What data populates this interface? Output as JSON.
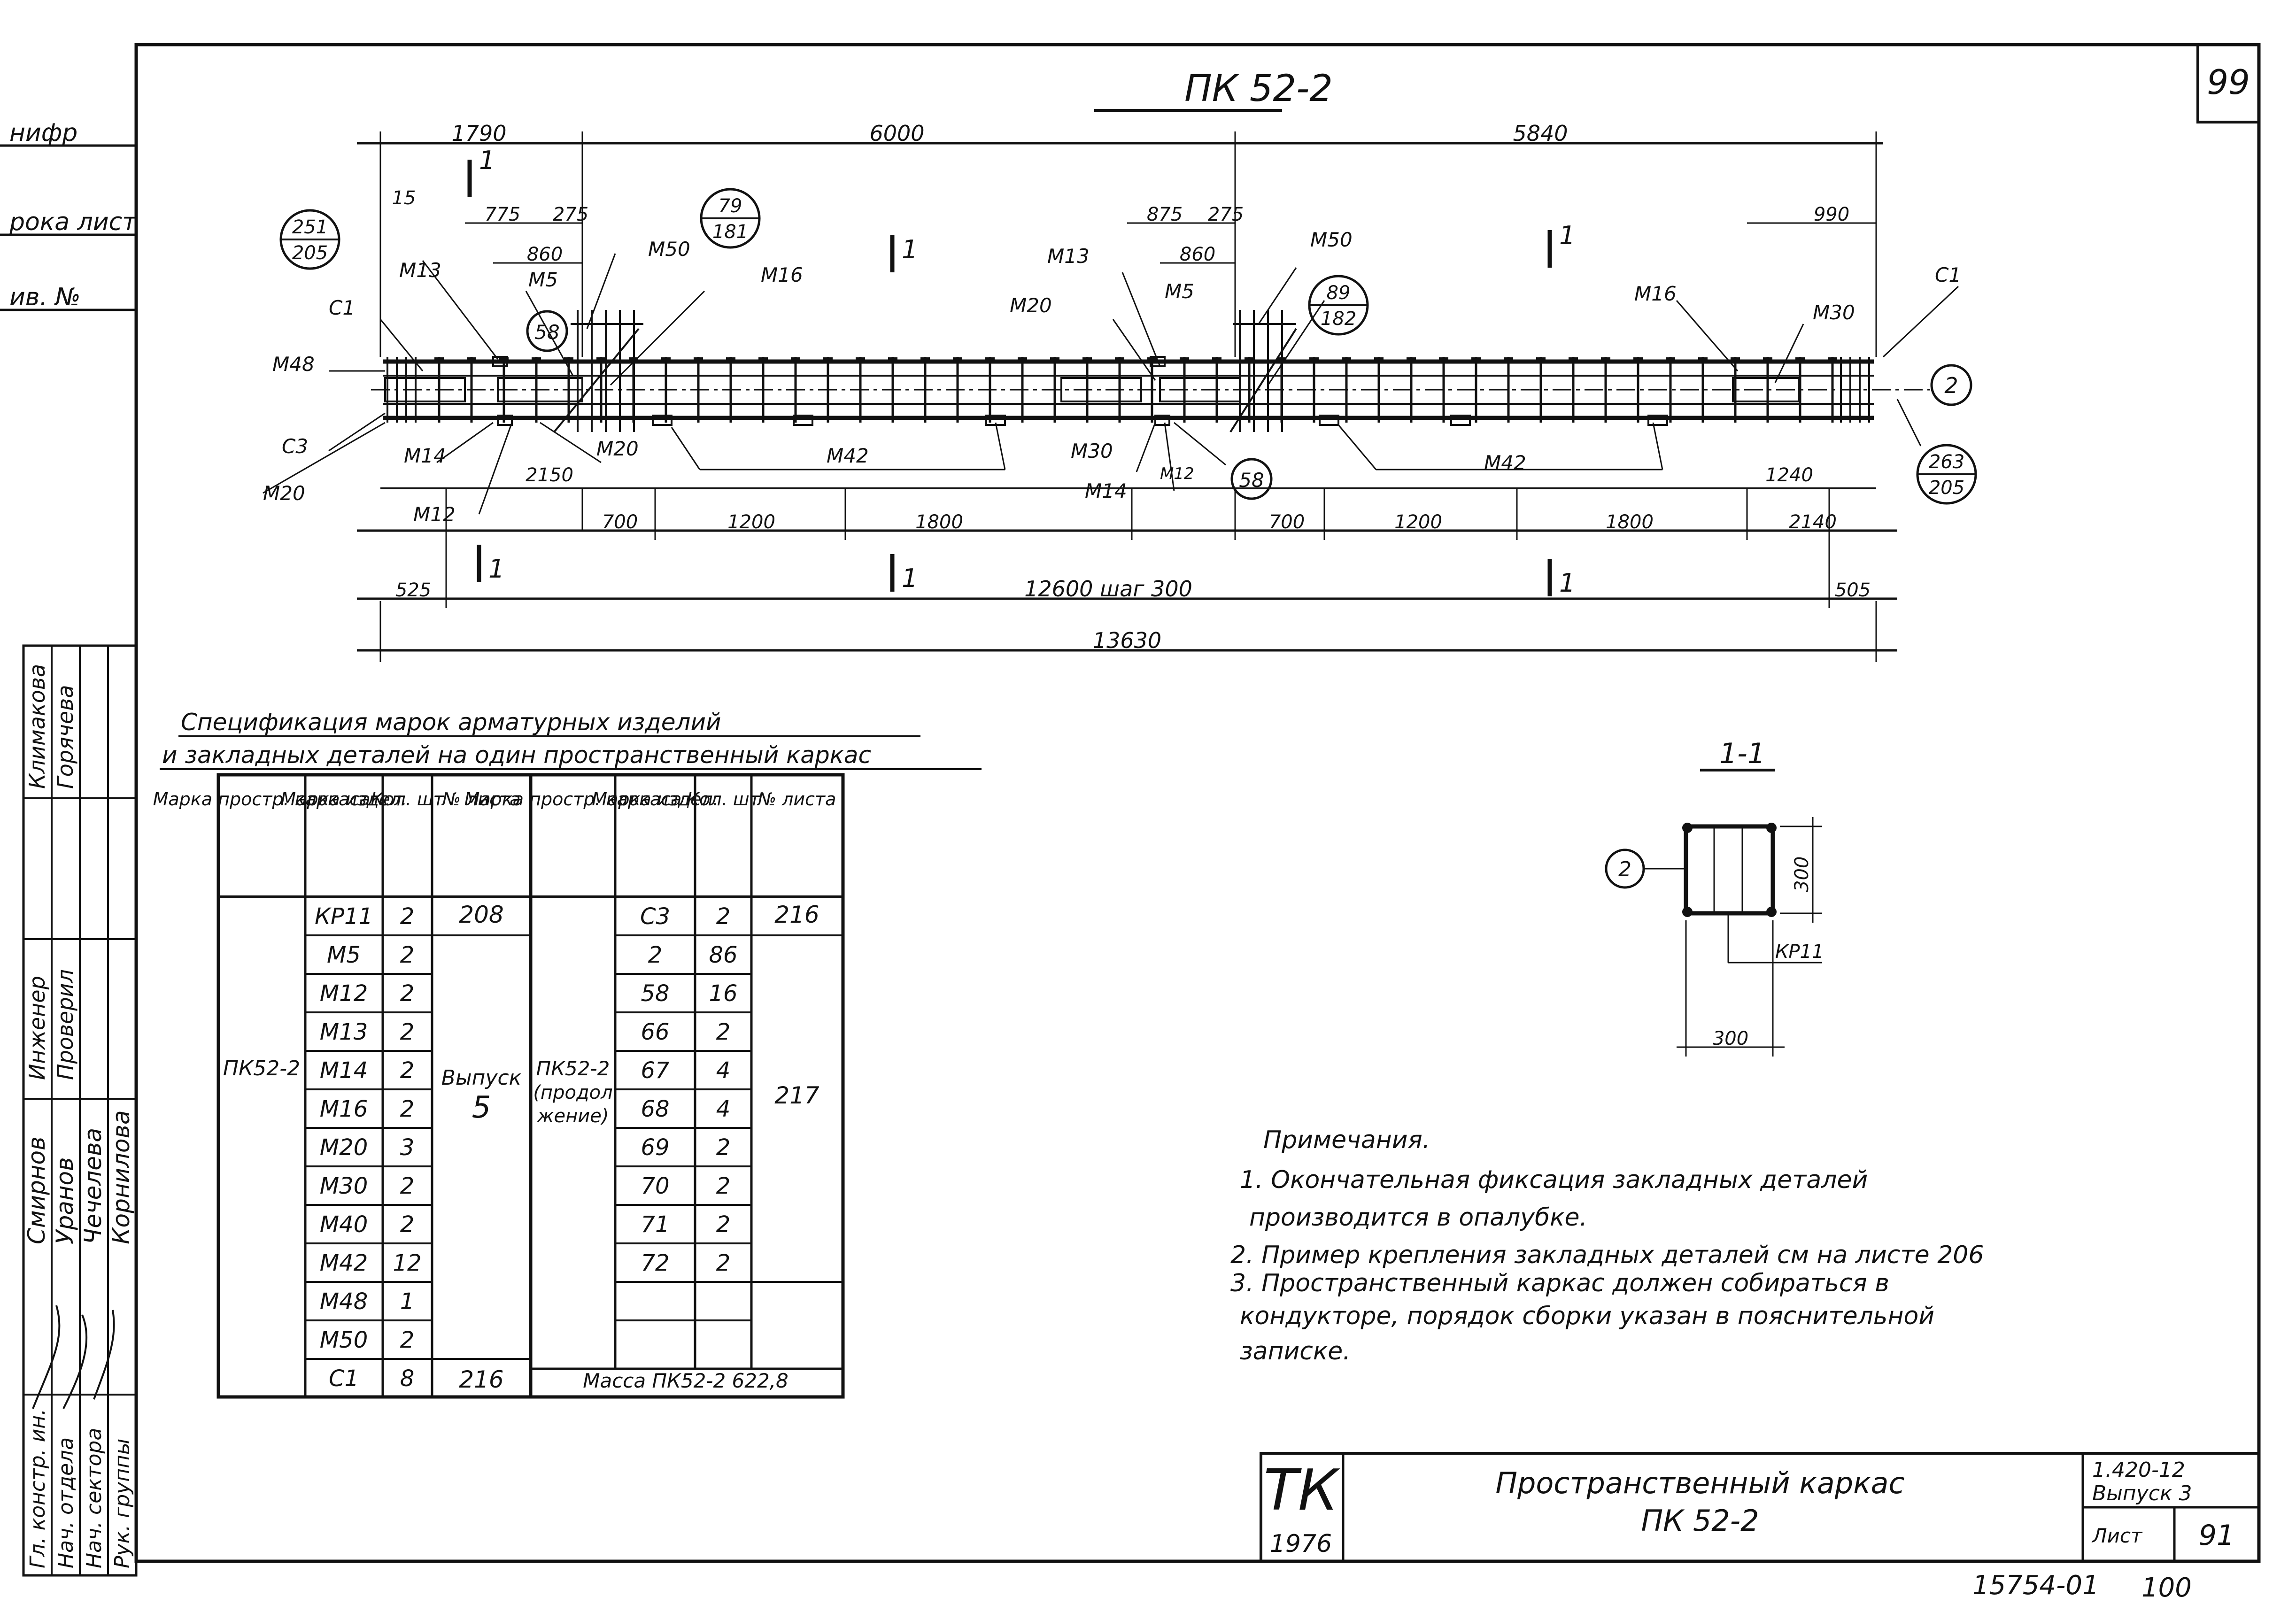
{
  "sheet": {
    "page_number": "99",
    "title_main": "ПК 52-2",
    "org_code": "ТК",
    "org_year": "1976",
    "series": "1.420-12",
    "issue": "Выпуск 3",
    "sheet_label": "Лист",
    "sheet_number": "91",
    "doc_title_line1": "Пространственный каркас",
    "doc_title_line2": "ПК 52-2",
    "archive_code": "15754-01",
    "archive_page": "100"
  },
  "left_margin": {
    "stub1": "нифр",
    "stub2": "рока лист",
    "stub3": "ив. №",
    "signatures": [
      {
        "role": "Гл. констр. ин.",
        "name": "Смирнов"
      },
      {
        "role": "Нач. отдела",
        "name": "Уранов"
      },
      {
        "role": "Нач. сектора",
        "name": "Чечелева"
      },
      {
        "role": "Рук. группы",
        "name": "Корнилова"
      },
      {
        "role": "Инженер",
        "name": "Климакова"
      },
      {
        "role": "Проверил",
        "name": "Горячева"
      }
    ]
  },
  "plan": {
    "dims_top": [
      "1790",
      "6000",
      "5840"
    ],
    "dims_row2": [
      "15",
      "775",
      "275",
      "875",
      "275",
      "990"
    ],
    "dims_row3": [
      "860",
      "860"
    ],
    "dims_bottom1": [
      "2150",
      "1240"
    ],
    "dims_bottom2": [
      "700",
      "1200",
      "1800",
      "700",
      "1200",
      "1800",
      "2140"
    ],
    "dims_bottom3": [
      "525",
      "12600 шаг 300",
      "505"
    ],
    "dim_total": "13630",
    "section_marks": [
      "1",
      "1",
      "1",
      "1",
      "1",
      "1"
    ],
    "callouts": [
      {
        "top": "251",
        "bottom": "205"
      },
      {
        "top": "79",
        "bottom": "181"
      },
      {
        "top": "89",
        "bottom": "182"
      },
      {
        "top": "263",
        "bottom": "205"
      }
    ],
    "bubbles": [
      "58",
      "58",
      "2"
    ],
    "labels": [
      "М13",
      "М5",
      "С1",
      "М48",
      "С3",
      "М20",
      "М14",
      "М12",
      "М20",
      "М50",
      "М16",
      "М42",
      "М13",
      "М20",
      "М5",
      "М50",
      "М30",
      "М14",
      "М12",
      "М42",
      "М16",
      "М30",
      "С1"
    ]
  },
  "section": {
    "title": "1-1",
    "bubble": "2",
    "dim_v": "300",
    "dim_h": "300",
    "label": "КР11"
  },
  "spec": {
    "title_line1": "Спецификация марок арматурных изделий",
    "title_line2": "и закладных деталей на один пространственный каркас",
    "headers": [
      "Марка простр. каркаса",
      "Марка издел.",
      "Кол. шт",
      "№ листа",
      "Марка простр. каркаса",
      "Марка издел.",
      "Кол. шт",
      "№ листа"
    ],
    "left_frame": "ПК52-2",
    "left_rows": [
      {
        "mark": "КР11",
        "qty": "2"
      },
      {
        "mark": "М5",
        "qty": "2"
      },
      {
        "mark": "М12",
        "qty": "2"
      },
      {
        "mark": "М13",
        "qty": "2"
      },
      {
        "mark": "М14",
        "qty": "2"
      },
      {
        "mark": "М16",
        "qty": "2"
      },
      {
        "mark": "М20",
        "qty": "3"
      },
      {
        "mark": "М30",
        "qty": "2"
      },
      {
        "mark": "М40",
        "qty": "2"
      },
      {
        "mark": "М42",
        "qty": "12"
      },
      {
        "mark": "М48",
        "qty": "1"
      },
      {
        "mark": "М50",
        "qty": "2"
      },
      {
        "mark": "С1",
        "qty": "8"
      }
    ],
    "left_sheet_first": "208",
    "left_sheet_mid_line1": "Выпуск",
    "left_sheet_mid_line2": "5",
    "left_sheet_last": "216",
    "right_frame_line1": "ПК52-2",
    "right_frame_line2": "(продол",
    "right_frame_line3": "жение)",
    "right_rows": [
      {
        "mark": "С3",
        "qty": "2"
      },
      {
        "mark": "2",
        "qty": "86"
      },
      {
        "mark": "58",
        "qty": "16"
      },
      {
        "mark": "66",
        "qty": "2"
      },
      {
        "mark": "67",
        "qty": "4"
      },
      {
        "mark": "68",
        "qty": "4"
      },
      {
        "mark": "69",
        "qty": "2"
      },
      {
        "mark": "70",
        "qty": "2"
      },
      {
        "mark": "71",
        "qty": "2"
      },
      {
        "mark": "72",
        "qty": "2"
      }
    ],
    "right_sheet_first": "216",
    "right_sheet_rest": "217",
    "mass": "Масса ПК52-2 622,8"
  },
  "notes": {
    "title": "Примечания.",
    "lines": [
      "1. Окончательная фиксация закладных деталей",
      "производится в опалубке.",
      "2. Пример крепления закладных деталей см на листе 206",
      "3. Пространственный каркас должен собираться в",
      "кондукторе, порядок сборки указан в пояснительной",
      "записке."
    ]
  }
}
